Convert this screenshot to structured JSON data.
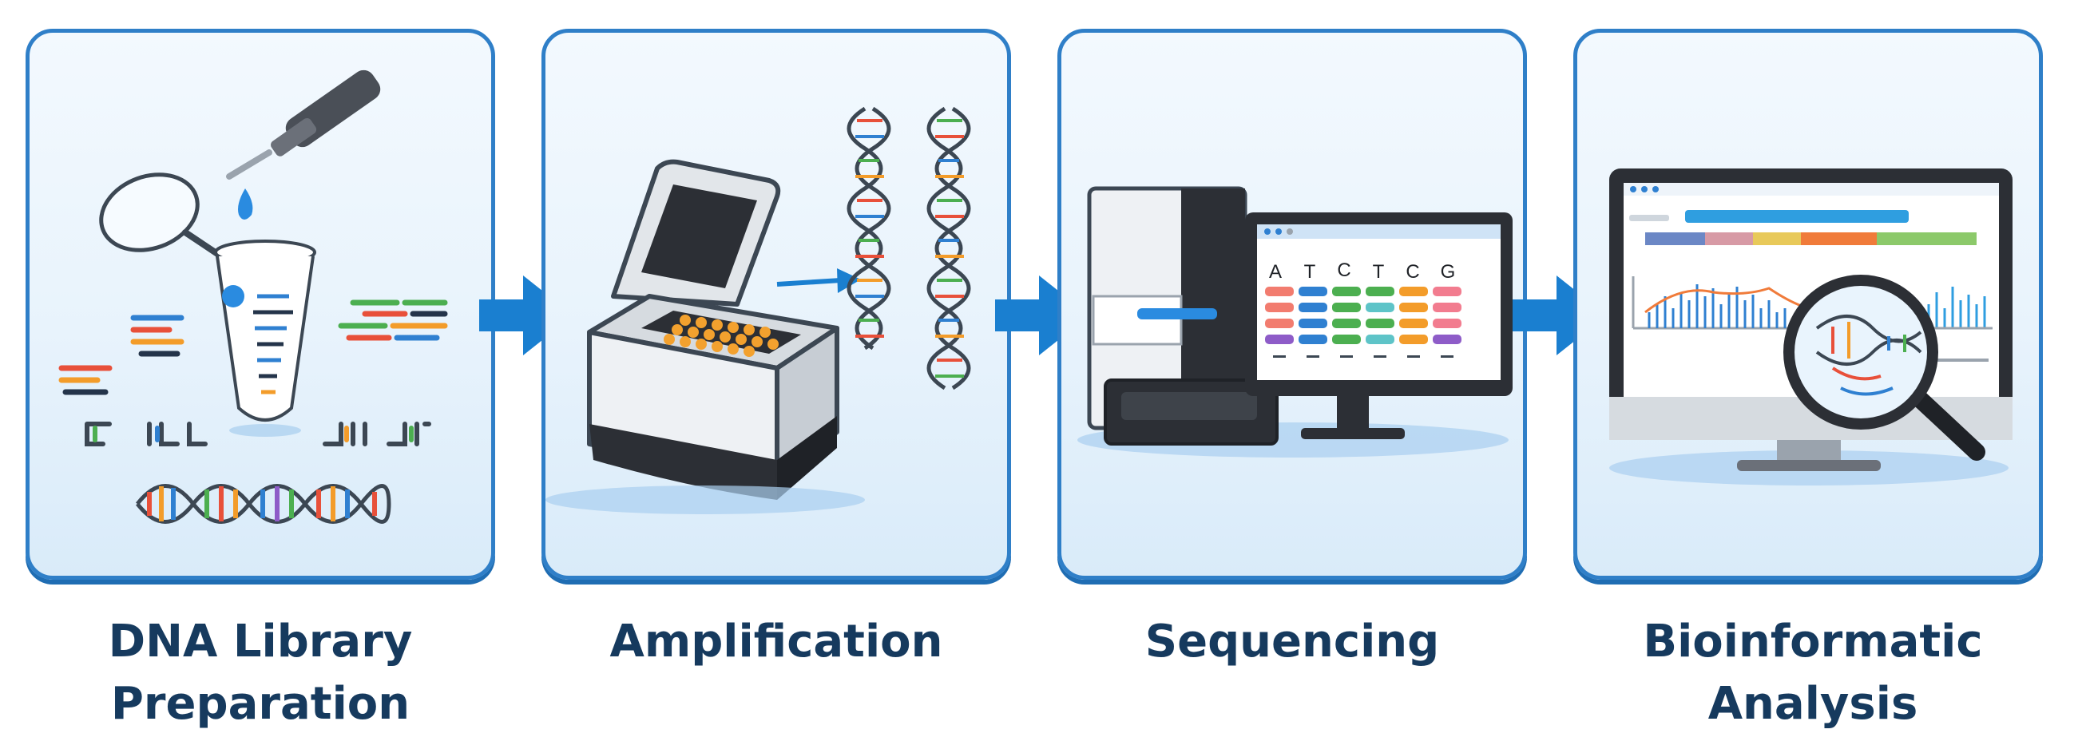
{
  "steps": [
    {
      "label_line1": "DNA Library",
      "label_line2": "Preparation"
    },
    {
      "label_line1": "Amplification"
    },
    {
      "label_line1": "Sequencing"
    },
    {
      "label_line1": "Bioinformatic Analysis"
    }
  ],
  "sequencer_screen_bases": [
    "A",
    "T",
    "C",
    "T",
    "C",
    "G"
  ],
  "colors": {
    "panel_border": "#2f7fc8",
    "arrow": "#1a7fd0",
    "label_text": "#163a5e",
    "dna_red": "#e8503a",
    "dna_orange": "#f39c2a",
    "dna_green": "#4caf50",
    "dna_blue": "#2f80d1",
    "dna_purple": "#8e5cc8"
  }
}
